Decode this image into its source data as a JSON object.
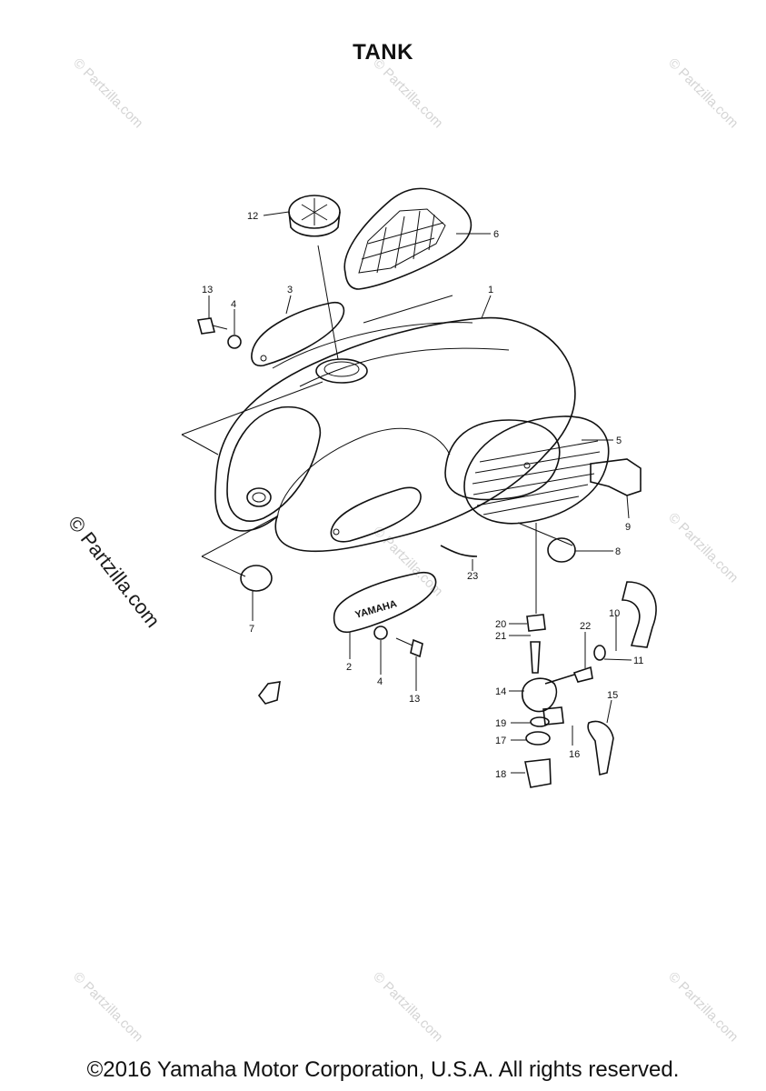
{
  "title": "TANK",
  "copyright": "©2016 Yamaha Motor Corporation, U.S.A. All rights reserved.",
  "watermark": {
    "text": "© Partzilla.com",
    "color": "#d4d4d4"
  },
  "emblem_text": "YAMAHA",
  "callouts": {
    "p1": "1",
    "p2": "2",
    "p3": "3",
    "p4a": "4",
    "p4b": "4",
    "p5": "5",
    "p6": "6",
    "p7": "7",
    "p8": "8",
    "p9": "9",
    "p10": "10",
    "p11": "11",
    "p12": "12",
    "p13a": "13",
    "p13b": "13",
    "p14": "14",
    "p15": "15",
    "p16": "16",
    "p17": "17",
    "p18": "18",
    "p19": "19",
    "p20": "20",
    "p21": "21",
    "p22": "22",
    "p23": "23"
  }
}
